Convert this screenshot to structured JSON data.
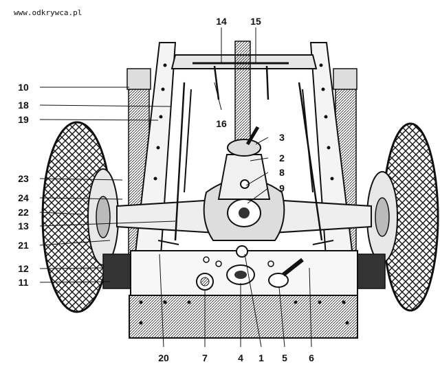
{
  "watermark": "www.odkrywca.pl",
  "callouts": {
    "c1": "1",
    "c2": "2",
    "c3": "3",
    "c4": "4",
    "c5": "5",
    "c6": "6",
    "c7": "7",
    "c8": "8",
    "c9": "9",
    "c10": "10",
    "c11": "11",
    "c12": "12",
    "c13": "13",
    "c14": "14",
    "c15": "15",
    "c16": "16",
    "c18": "18",
    "c19": "19",
    "c20": "20",
    "c21": "21",
    "c22": "22",
    "c23": "23",
    "c24": "24"
  }
}
